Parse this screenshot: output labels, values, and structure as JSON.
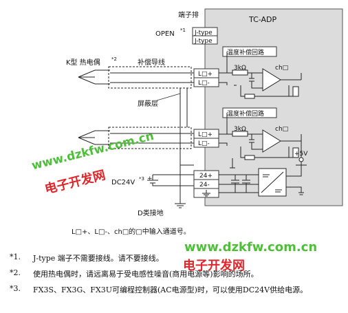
{
  "labels": {
    "terminal_block": "端子排",
    "module": "TC-ADP",
    "open": "OPEN",
    "open_sup": "*1",
    "jtype1": "J-type",
    "jtype2": "J-type",
    "k_thermo": "K型 热电偶",
    "k_thermo_sup": "*2",
    "comp_wire": "补偿导线",
    "shield": "屏蔽层",
    "comp_circuit1": "温度补偿回路",
    "comp_circuit2": "温度补偿回路",
    "res1": "3kΩ",
    "res2": "3kΩ",
    "ch1": "ch□",
    "ch2": "ch□",
    "t1p": "L□+",
    "t1m": "L□-",
    "t2p": "L□+",
    "t2m": "L□-",
    "p24p": "24+",
    "p24m": "24-",
    "dc24v": "DC24V",
    "dc24v_sup": "*3",
    "plus": "+",
    "plus5v": "+5V",
    "ground": "D类接地",
    "legend": "L□+、L□-、ch□的□中输入通道号。"
  },
  "notes": [
    {
      "num": "*1.",
      "text": "J-type 端子不需要接线。请不要接线。"
    },
    {
      "num": "*2.",
      "text": "使用热电偶时，请远离易于受电感性噪音(商用电源等)影响的场所。"
    },
    {
      "num": "*3.",
      "text": "FX3S、FX3G、FX3U可编程控制器(AC电源型)时，可以使用DC24V供给电源。"
    }
  ],
  "watermarks": {
    "url1": "www.dzkfw.com.cn",
    "name1": "电子开发网",
    "url2": "www.dzkfw.com.cn",
    "name2": "电子开发网"
  },
  "colors": {
    "module_bg": "#dcdcdc",
    "watermark_green": "#4fbf3a",
    "watermark_red": "#e0262a"
  }
}
